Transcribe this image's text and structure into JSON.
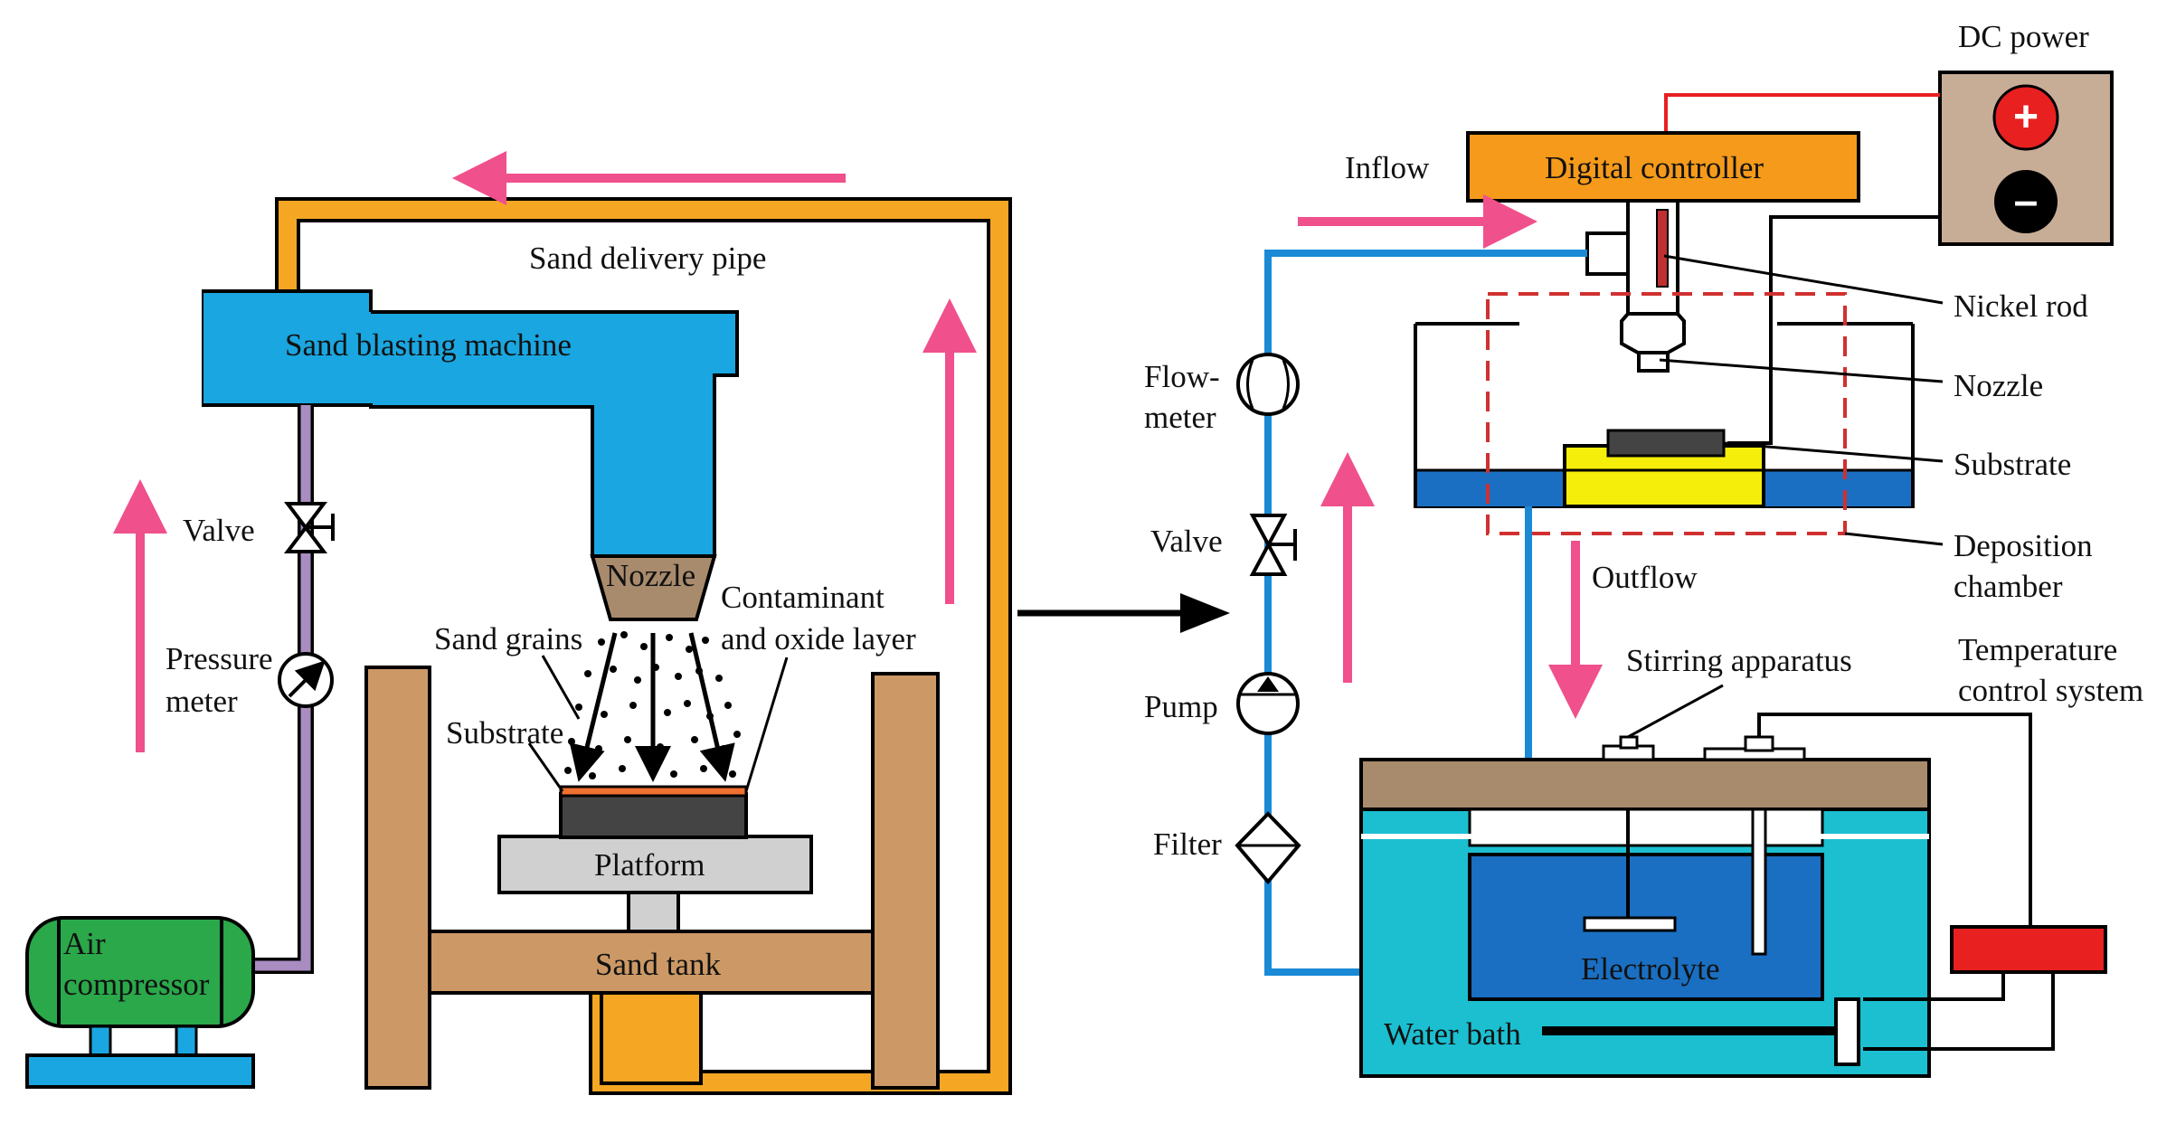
{
  "left": {
    "sand_delivery_pipe": "Sand delivery pipe",
    "sand_blasting_machine": "Sand blasting machine",
    "valve": "Valve",
    "pressure_meter_1": "Pressure",
    "pressure_meter_2": "meter",
    "nozzle": "Nozzle",
    "sand_grains": "Sand grains",
    "contaminant_1": "Contaminant",
    "contaminant_2": "and oxide layer",
    "substrate": "Substrate",
    "platform": "Platform",
    "sand_tank": "Sand tank",
    "air_compressor_1": "Air",
    "air_compressor_2": "compressor"
  },
  "right": {
    "dc_power": "DC power",
    "plus": "+",
    "minus": "–",
    "inflow": "Inflow",
    "digital_controller": "Digital controller",
    "nickel_rod": "Nickel rod",
    "nozzle": "Nozzle",
    "substrate": "Substrate",
    "deposition_1": "Deposition",
    "deposition_2": "chamber",
    "outflow": "Outflow",
    "flowmeter_1": "Flow-",
    "flowmeter_2": "meter",
    "valve": "Valve",
    "pump": "Pump",
    "filter": "Filter",
    "stirring": "Stirring apparatus",
    "temp_1": "Temperature",
    "temp_2": "control system",
    "electrolyte": "Electrolyte",
    "water_bath": "Water bath"
  },
  "colors": {
    "flow_arrow": "#f0508c",
    "pipe_orange": "#f5a623",
    "machine_blue": "#1aa6e0",
    "tank_brown": "#cc9966",
    "hose_purple": "#a98cc0",
    "compressor_green": "#2aa84a",
    "controller_orange": "#f59a1a",
    "power_tan": "#c8ad96",
    "water_cyan": "#1bbfd0",
    "electrolyte_blue": "#1a6fc2",
    "substrate_yellow": "#f5ee0a",
    "heater_red": "#e82020"
  }
}
